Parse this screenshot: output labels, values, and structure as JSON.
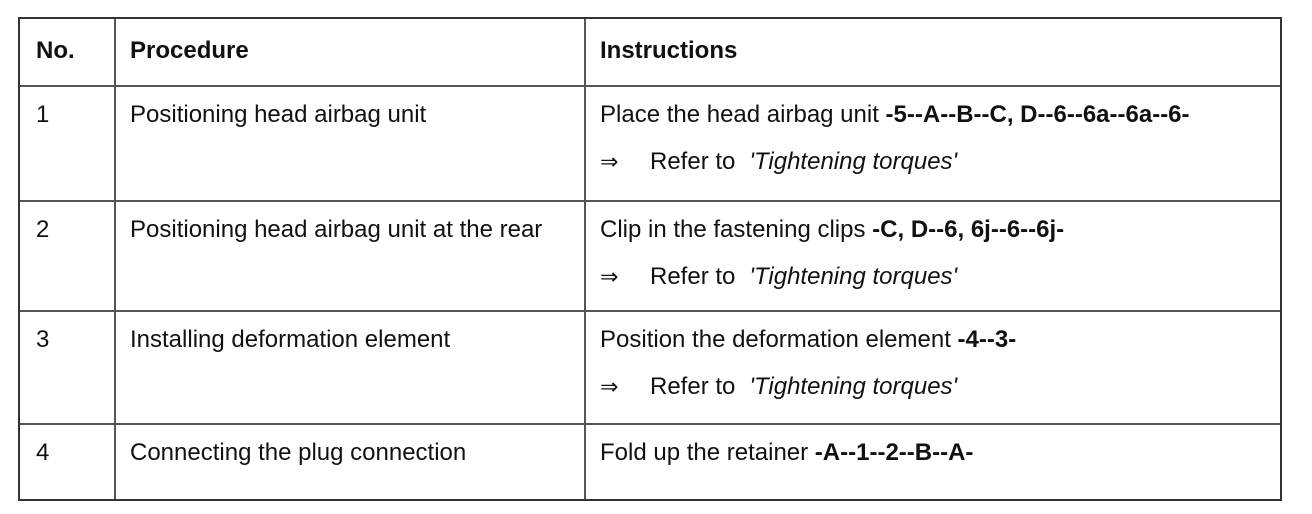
{
  "table": {
    "headers": {
      "no": "No.",
      "procedure": "Procedure",
      "instructions": "Instructions"
    },
    "rows": [
      {
        "no": "1",
        "procedure": "Positioning head airbag unit",
        "instruction_text": "Place the head airbag unit",
        "instruction_ids": "-5--A--B--C, D--6--6a--6a--6-",
        "ref_arrow": "⇒",
        "ref_prefix": "Refer to",
        "ref_target": "'Tightening torques'"
      },
      {
        "no": "2",
        "procedure": "Positioning head airbag unit at the rear",
        "instruction_text": "Clip in the fastening clips",
        "instruction_ids": "-C, D--6, 6j--6--6j-",
        "ref_arrow": "⇒",
        "ref_prefix": "Refer to",
        "ref_target": "'Tightening torques'"
      },
      {
        "no": "3",
        "procedure": "Installing deformation element",
        "instruction_text": "Position the deformation element",
        "instruction_ids": "-4--3-",
        "ref_arrow": "⇒",
        "ref_prefix": "Refer to",
        "ref_target": "'Tightening torques'"
      },
      {
        "no": "4",
        "procedure": "Connecting the plug connection",
        "instruction_text": "Fold up the retainer",
        "instruction_ids": "-A--1--2--B--A-"
      }
    ]
  }
}
